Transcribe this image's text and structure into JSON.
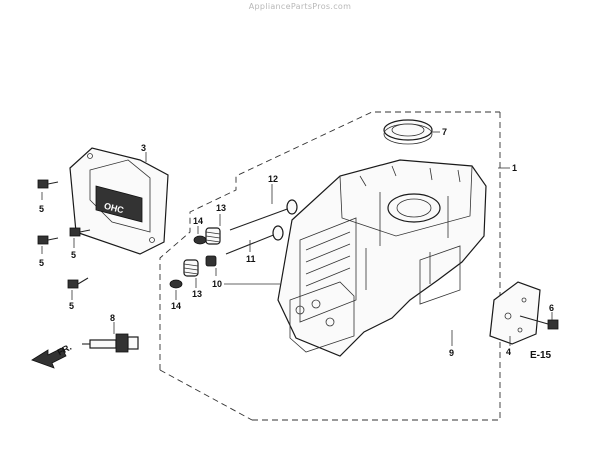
{
  "watermark": "AppliancePartsPros.com",
  "callouts": {
    "p1": "1",
    "p3": "3",
    "p4": "4",
    "p5a": "5",
    "p5b": "5",
    "p5c": "5",
    "p5d": "5",
    "p6": "6",
    "p7": "7",
    "p8": "8",
    "p9": "9",
    "p10": "10",
    "p11": "11",
    "p12": "12",
    "p13a": "13",
    "p13b": "13",
    "p14a": "14",
    "p14b": "14"
  },
  "reference": "E-15",
  "front_marker": "FR.",
  "cover_logo": "OHC"
}
